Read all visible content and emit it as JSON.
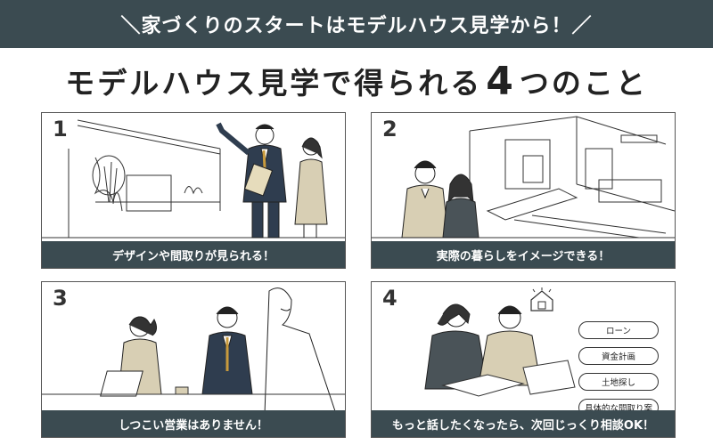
{
  "banner": {
    "text": "＼家づくりのスタートはモデルハウス見学から！／"
  },
  "title": {
    "prefix": "モデルハウス見学で得られる",
    "number": "4",
    "suffix": "つのこと"
  },
  "cards": [
    {
      "number": "1",
      "caption": "デザインや間取りが見られる！"
    },
    {
      "number": "2",
      "caption": "実際の暮らしをイメージできる！"
    },
    {
      "number": "3",
      "caption": "しつこい営業はありません！"
    },
    {
      "number": "4",
      "caption": "もっと話したくなったら、次回じっくり相談OK！",
      "tags": [
        "ローン",
        "資金計画",
        "土地探し",
        "具体的な間取り案"
      ]
    }
  ],
  "colors": {
    "banner_bg": "#3b4b51",
    "accent_beige": "#d8cfb4",
    "accent_navy": "#2f3d4f"
  }
}
